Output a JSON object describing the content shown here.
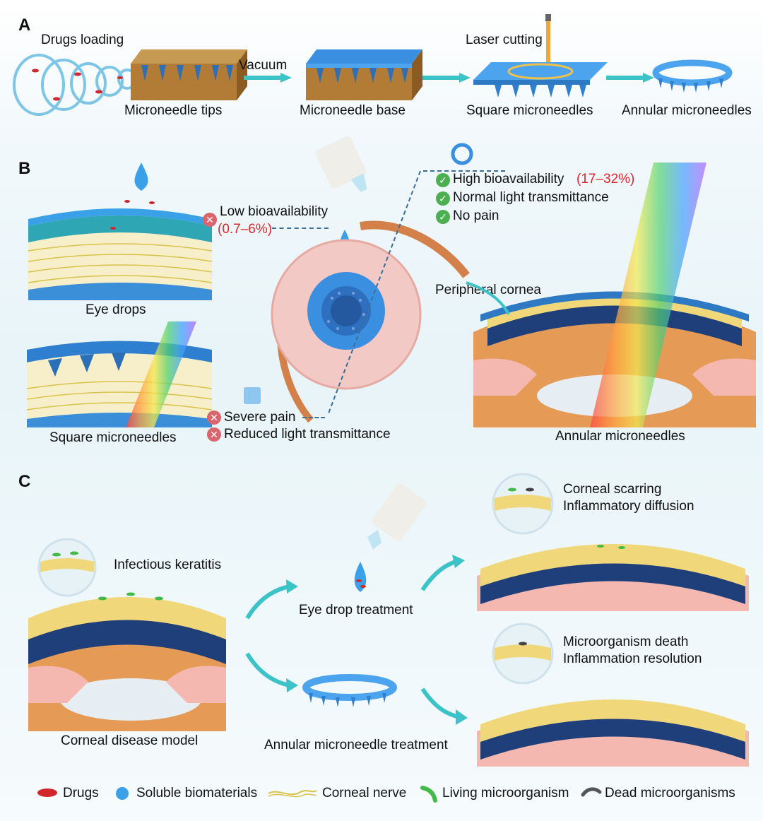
{
  "panels": {
    "a": "A",
    "b": "B",
    "c": "C"
  },
  "panel_a": {
    "drugs_loading": "Drugs loading",
    "vacuum": "Vacuum",
    "laser_cutting": "Laser cutting",
    "microneedle_tips": "Microneedle tips",
    "microneedle_base": "Microneedle base",
    "square_microneedles": "Square microneedles",
    "annular_microneedles": "Annular microneedles"
  },
  "panel_b": {
    "eye_drops": "Eye drops",
    "square_microneedles": "Square microneedles",
    "low_bioavailability": "Low bioavailability",
    "low_range": "(0.7–6%)",
    "severe_pain": "Severe pain",
    "reduced_light": "Reduced light transmittance",
    "high_bioavailability": "High bioavailability",
    "high_range": "(17–32%)",
    "normal_light": "Normal light transmittance",
    "no_pain": "No pain",
    "peripheral_cornea": "Peripheral cornea",
    "annular_microneedles": "Annular microneedles"
  },
  "panel_c": {
    "infectious_keratitis": "Infectious keratitis",
    "corneal_disease_model": "Corneal disease model",
    "eye_drop_treatment": "Eye drop treatment",
    "annular_treatment": "Annular microneedle treatment",
    "corneal_scarring": "Corneal scarring",
    "inflammatory_diffusion": "Inflammatory diffusion",
    "microorganism_death": "Microorganism death",
    "inflammation_resolution": "Inflammation resolution"
  },
  "legend": [
    {
      "label": "Drugs",
      "icon": "drug-icon"
    },
    {
      "label": "Soluble biomaterials",
      "icon": "biomaterial-icon"
    },
    {
      "label": "Corneal nerve",
      "icon": "nerve-icon"
    },
    {
      "label": "Living microorganism",
      "icon": "living-microorganism-icon"
    },
    {
      "label": "Dead microorganisms",
      "icon": "dead-microorganism-icon"
    }
  ],
  "colors": {
    "accent_red": "#e0262b",
    "teal_arrow": "#3cc3c8",
    "needle_blue": "#3b8fe0",
    "check_green": "#4caf50",
    "cross_red": "#d9666c"
  }
}
